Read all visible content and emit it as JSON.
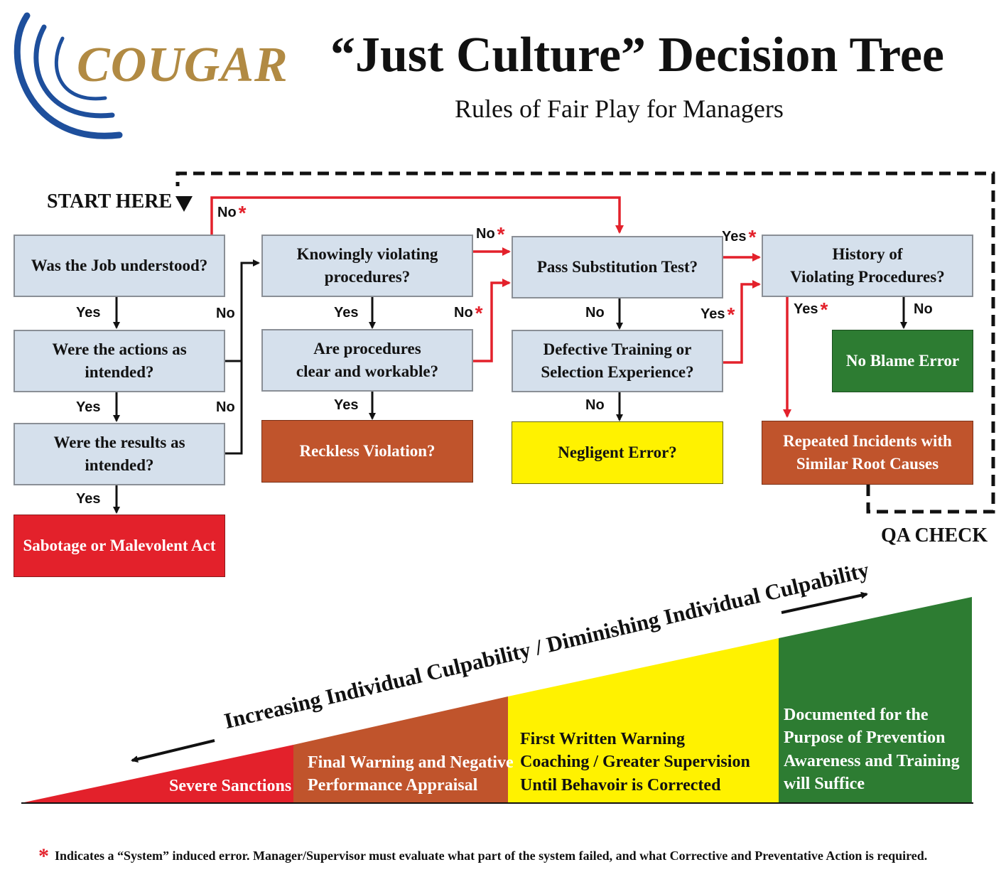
{
  "header": {
    "logo_text": "COUGAR",
    "title": "“Just Culture” Decision Tree",
    "subtitle": "Rules of Fair Play for Managers"
  },
  "start_label": "START HERE",
  "qa_label": "QA CHECK",
  "nodes": {
    "job_understood": "Was the Job understood?",
    "actions_intended": "Were the actions as intended?",
    "results_intended": "Were the results as intended?",
    "sabotage": "Sabotage or Malevolent Act",
    "knowingly_violating": "Knowingly violating\nprocedures?",
    "procedures_clear": "Are procedures\nclear and workable?",
    "reckless": "Reckless Violation?",
    "substitution": "Pass Substitution Test?",
    "defective_training": "Defective Training or\nSelection Experience?",
    "negligent": "Negligent Error?",
    "history": "History of\nViolating Procedures?",
    "no_blame": "No Blame Error",
    "repeated": "Repeated Incidents with\nSimilar Root Causes"
  },
  "edge_labels": {
    "yes": "Yes",
    "no": "No",
    "system_mark": "*"
  },
  "culpability": {
    "arrow_text": "Increasing Individual Culpability / Diminishing Individual Culpability",
    "severe": "Severe Sanctions",
    "final_warning": "Final Warning and Negative\nPerformance Appraisal",
    "first_warning": "First Written Warning\nCoaching / Greater Supervision\nUntil Behavoir is Corrected",
    "documented": "Documented for the\nPurpose of Prevention\nAwareness and Training\nwill Suffice"
  },
  "footnote": "Indicates a “System” induced error. Manager/Supervisor must evaluate what part of the system failed, and what Corrective and Preventative Action is required.",
  "colors": {
    "question_fill": "#d5e0ec",
    "red": "#e3212b",
    "orange": "#c0542c",
    "yellow": "#fff200",
    "green": "#2d7c32",
    "logo_blue": "#1e4f9c",
    "logo_gold": "#b18a43"
  }
}
